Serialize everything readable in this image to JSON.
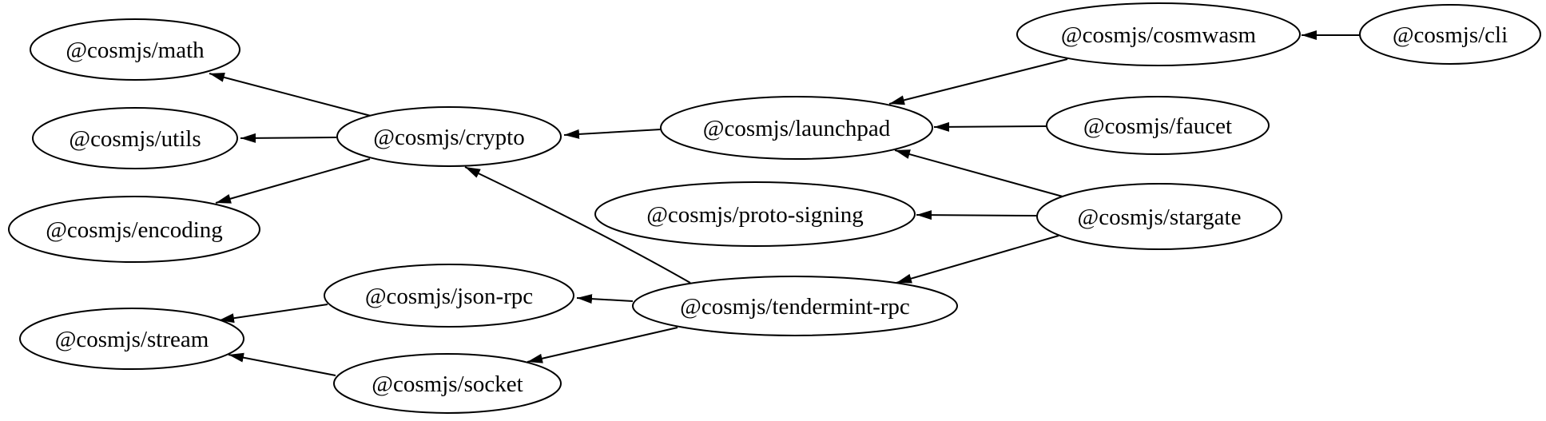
{
  "diagram": {
    "type": "dependency-graph",
    "background_color": "#ffffff",
    "node_fill_color": "#ffffff",
    "line_color": "#000000",
    "nodes": [
      {
        "id": "math",
        "label": "@cosmjs/math"
      },
      {
        "id": "utils",
        "label": "@cosmjs/utils"
      },
      {
        "id": "encoding",
        "label": "@cosmjs/encoding"
      },
      {
        "id": "stream",
        "label": "@cosmjs/stream"
      },
      {
        "id": "crypto",
        "label": "@cosmjs/crypto"
      },
      {
        "id": "json-rpc",
        "label": "@cosmjs/json-rpc"
      },
      {
        "id": "socket",
        "label": "@cosmjs/socket"
      },
      {
        "id": "launchpad",
        "label": "@cosmjs/launchpad"
      },
      {
        "id": "proto-signing",
        "label": "@cosmjs/proto-signing"
      },
      {
        "id": "tendermint-rpc",
        "label": "@cosmjs/tendermint-rpc"
      },
      {
        "id": "cosmwasm",
        "label": "@cosmjs/cosmwasm"
      },
      {
        "id": "faucet",
        "label": "@cosmjs/faucet"
      },
      {
        "id": "stargate",
        "label": "@cosmjs/stargate"
      },
      {
        "id": "cli",
        "label": "@cosmjs/cli"
      }
    ],
    "edges": [
      {
        "from": "crypto",
        "to": "math"
      },
      {
        "from": "crypto",
        "to": "utils"
      },
      {
        "from": "crypto",
        "to": "encoding"
      },
      {
        "from": "launchpad",
        "to": "crypto"
      },
      {
        "from": "tendermint-rpc",
        "to": "crypto"
      },
      {
        "from": "tendermint-rpc",
        "to": "json-rpc"
      },
      {
        "from": "tendermint-rpc",
        "to": "socket"
      },
      {
        "from": "json-rpc",
        "to": "stream"
      },
      {
        "from": "socket",
        "to": "stream"
      },
      {
        "from": "cosmwasm",
        "to": "launchpad"
      },
      {
        "from": "faucet",
        "to": "launchpad"
      },
      {
        "from": "stargate",
        "to": "launchpad"
      },
      {
        "from": "stargate",
        "to": "proto-signing"
      },
      {
        "from": "stargate",
        "to": "tendermint-rpc"
      },
      {
        "from": "cli",
        "to": "cosmwasm"
      }
    ]
  }
}
